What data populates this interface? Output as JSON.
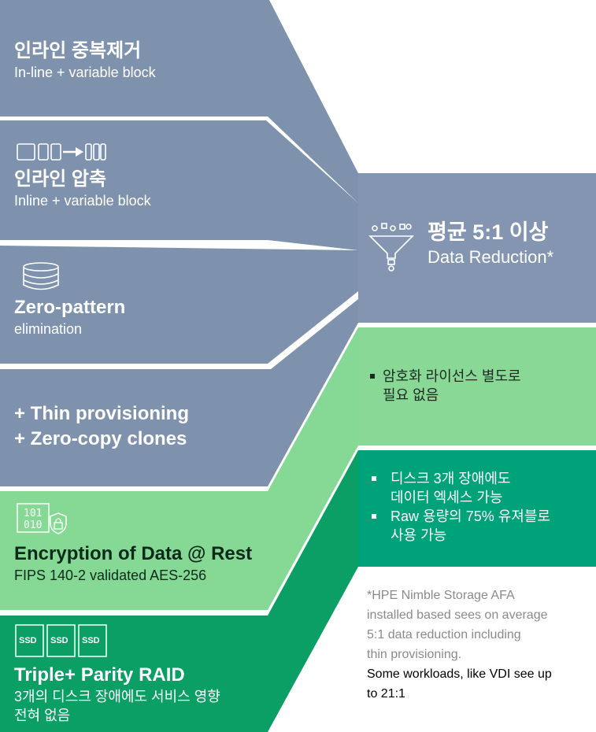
{
  "colors": {
    "slate": "#7f92ad",
    "slate_right": "#8395b0",
    "light_green": "#86d995",
    "mid_green": "#00a26f",
    "dark_green": "#0b9e65",
    "right_light_green": "#8ad896",
    "right_dark_green": "#00a27a"
  },
  "rows": [
    {
      "title": "인라인 중복제거",
      "subtitle": "In-line + variable block"
    },
    {
      "icon": "compression-blocks-icon",
      "title": "인라인 압축",
      "subtitle": "Inline + variable block"
    },
    {
      "icon": "database-icon",
      "title": "Zero-pattern",
      "subtitle": "elimination"
    },
    {
      "lines": [
        "+ Thin provisioning",
        "+ Zero-copy clones"
      ]
    },
    {
      "icon": "encrypted-binary-icon",
      "icon_text": [
        "101",
        "010"
      ],
      "title": "Encryption of Data @ Rest",
      "subtitle": "FIPS 140-2 validated  AES-256"
    },
    {
      "icon": "ssd-icon",
      "icon_text": [
        "SSD",
        "SSD",
        "SSD"
      ],
      "title": "Triple+ Parity RAID",
      "subtitle_lines": [
        "3개의 디스크 장애에도  서비스 영향",
        "전혀 없음"
      ]
    }
  ],
  "summary": {
    "icon": "funnel-icon",
    "title": "평균 5:1 이상",
    "subtitle": "Data Reduction*"
  },
  "encryption_benefit": {
    "items": [
      "암호화 라이선스 별도로\n필요 없음"
    ]
  },
  "raid_benefit": {
    "items": [
      "디스크 3개 장애에도\n데이터 엑세스 가능",
      "Raw 용량의 75% 유져블로\n사용 가능"
    ]
  },
  "footnote": {
    "grey_lines": [
      "*HPE Nimble Storage AFA",
      "installed based sees on average",
      "5:1 data reduction including",
      "thin provisioning."
    ],
    "black_lines": [
      "Some workloads, like VDI see up",
      "to 21:1"
    ]
  }
}
